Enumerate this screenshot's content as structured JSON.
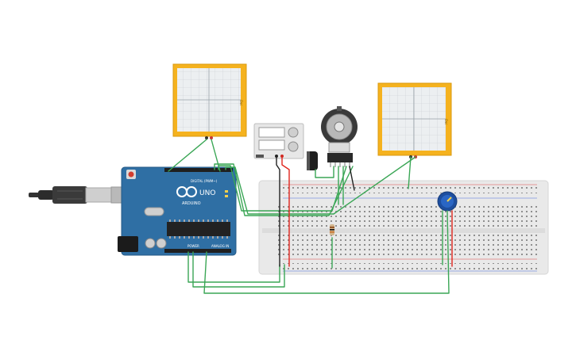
{
  "arduino": {
    "brand": "ARDUINO",
    "model": "UNO",
    "digital_label": "DIGITAL (PWM~)",
    "power_label": "POWER",
    "analog_label": "ANALOG IN"
  },
  "oscilloscope_1": {
    "side_label": "Osc"
  },
  "oscilloscope_2": {
    "side_label": "Osc"
  },
  "colors": {
    "board": "#2f6fa4",
    "scope_frame": "#f5b21e",
    "breadboard": "#e9e9e9",
    "wire_green": "#3aa655",
    "wire_red": "#e0261e",
    "wire_black": "#222222"
  },
  "icons": [
    "usb-cable-icon",
    "oscilloscope-icon",
    "power-supply-icon",
    "dc-motor-encoder-icon",
    "capacitor-icon",
    "resistor-icon",
    "potentiometer-icon",
    "breadboard-icon"
  ]
}
